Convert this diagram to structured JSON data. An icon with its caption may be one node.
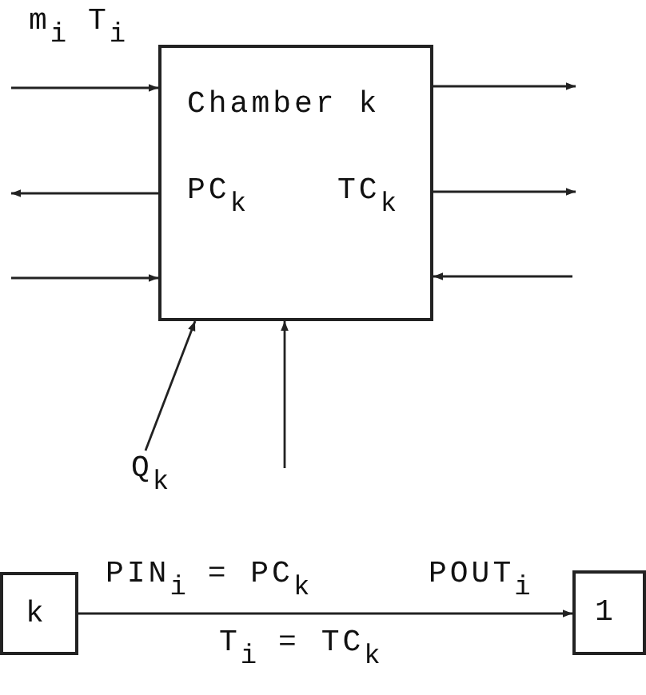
{
  "diagram": {
    "nodes": [
      {
        "text": [
          "Chamber k",
          "PC$_{k}$",
          "TC$_{k}$"
        ]
      },
      {
        "text": [
          "Q$_{k}$"
        ]
      },
      {
        "text": [
          "k"
        ]
      },
      {
        "text": [
          "1"
        ]
      }
    ],
    "edges": [
      {
        "from": null,
        "to": 0,
        "arrow": "to",
        "label": "m$_{i}$  T$_{i}$"
      },
      {
        "from": 0,
        "to": null,
        "arrow": "to"
      },
      {
        "from": null,
        "to": 0,
        "arrow": "to"
      },
      {
        "from": 0,
        "to": null,
        "arrow": "to"
      },
      {
        "from": 0,
        "to": null,
        "arrow": "to"
      },
      {
        "from": null,
        "to": 0,
        "arrow": "to"
      },
      {
        "from": null,
        "to": 0,
        "arrow": "to"
      },
      {
        "from": 1,
        "to": 0,
        "arrow": "to"
      },
      {
        "from": 2,
        "to": 3,
        "arrow": "to",
        "label": "PIN$_{i}$ = PC$_{k}$"
      }
    ],
    "labels": [
      "POUT$_{i}$",
      "T$_{i}$ = TC$_{k}$"
    ]
  }
}
